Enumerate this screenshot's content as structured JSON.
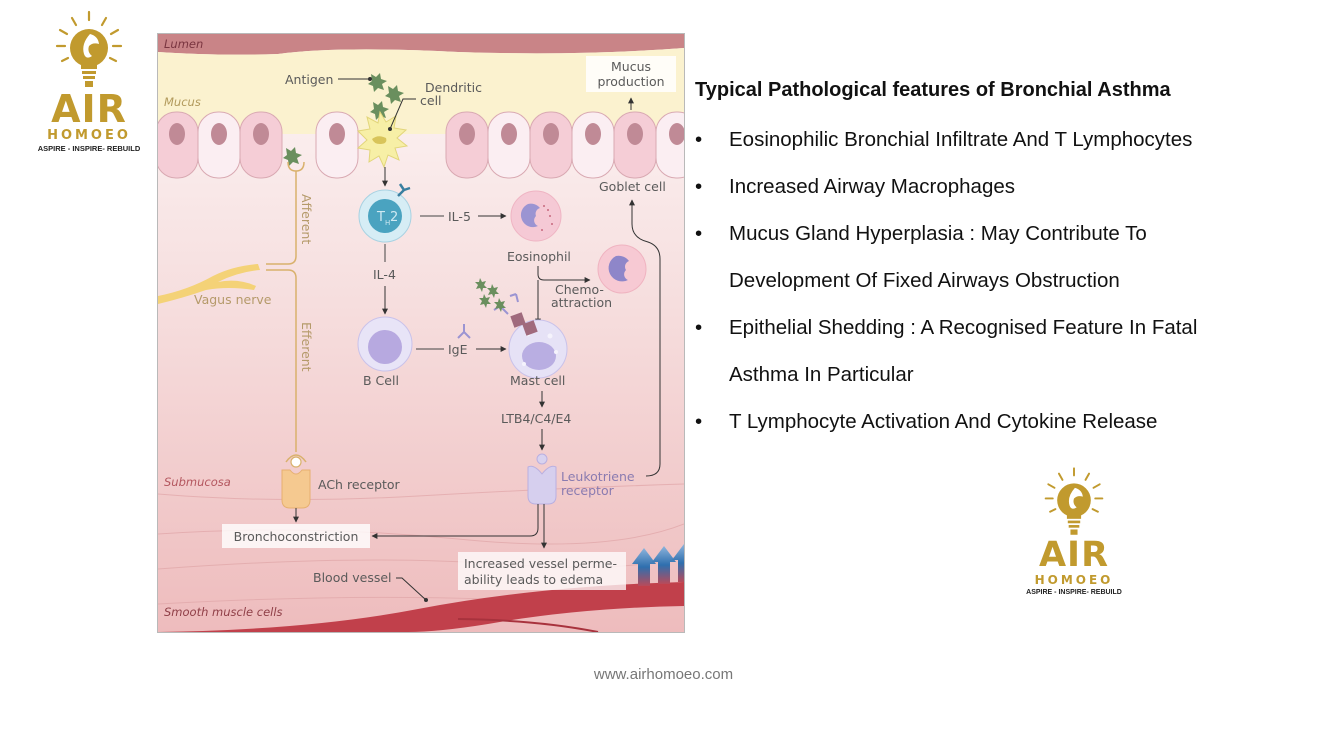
{
  "logo": {
    "brand": "AIR",
    "subbrand": "HOMOEO",
    "tagline": "ASPIRE - INSPIRE- REBUILD",
    "color": "#c19a2e"
  },
  "diagram": {
    "regions": {
      "lumen": "Lumen",
      "mucus": "Mucus",
      "submucosa": "Submucosa",
      "smooth_muscle": "Smooth muscle cells"
    },
    "labels": {
      "antigen": "Antigen",
      "dendritic_1": "Dendritic",
      "dendritic_2": "cell",
      "mucus_prod_1": "Mucus",
      "mucus_prod_2": "production",
      "goblet": "Goblet cell",
      "afferent": "Afferent",
      "efferent": "Efferent",
      "vagus": "Vagus nerve",
      "th2": "T",
      "th2_sub": "H",
      "th2_num": "2",
      "il5": "IL-5",
      "il4": "IL-4",
      "eosinophil": "Eosinophil",
      "chemo_1": "Chemo-",
      "chemo_2": "attraction",
      "bcell": "B Cell",
      "ige": "IgE",
      "mast": "Mast cell",
      "ltb": "LTB4/C4/E4",
      "ach": "ACh receptor",
      "leuko_1": "Leukotriene",
      "leuko_2": "receptor",
      "broncho": "Bronchoconstriction",
      "vessel_perm_1": "Increased vessel perme-",
      "vessel_perm_2": "ability leads to edema",
      "blood_vessel": "Blood vessel"
    }
  },
  "content": {
    "title": "Typical Pathological features of Bronchial Asthma",
    "bullet_glyph": "•",
    "items": [
      {
        "lines": [
          "Eosinophilic Bronchial Infiltrate And T Lymphocytes"
        ]
      },
      {
        "lines": [
          "Increased Airway Macrophages"
        ]
      },
      {
        "lines": [
          "Mucus Gland Hyperplasia : May Contribute To",
          "Development Of Fixed Airways Obstruction"
        ]
      },
      {
        "lines": [
          "Epithelial Shedding : A Recognised Feature In Fatal",
          "Asthma In Particular"
        ]
      },
      {
        "lines": [
          "T Lymphocyte Activation And Cytokine Release"
        ]
      }
    ]
  },
  "footer": {
    "url": "www.airhomoeo.com"
  }
}
